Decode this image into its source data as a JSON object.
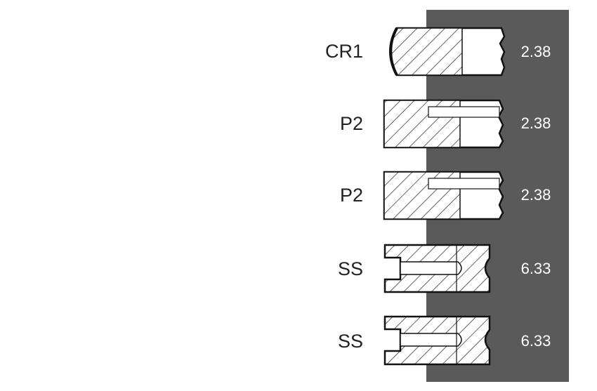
{
  "colors": {
    "band": "#5a5a5a",
    "ring_fill": "#ffffff",
    "ring_stroke": "#111111",
    "hatch": "#222222"
  },
  "rings": [
    {
      "type": "compression-barrel",
      "label": "CR1",
      "value": "2.38"
    },
    {
      "type": "compression-stepped",
      "label": "P2",
      "value": "2.38"
    },
    {
      "type": "compression-stepped",
      "label": "P2",
      "value": "2.38"
    },
    {
      "type": "oil-control-groove",
      "label": "SS",
      "value": "6.33"
    },
    {
      "type": "oil-control-groove",
      "label": "SS",
      "value": "6.33"
    }
  ]
}
